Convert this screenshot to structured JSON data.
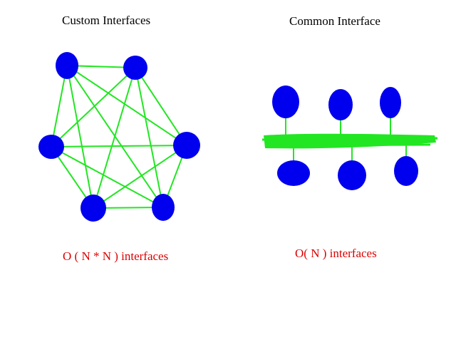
{
  "colors": {
    "node": "#0000ee",
    "edge": "#22e622",
    "caption": "#dd0000",
    "title": "#000000",
    "background": "#ffffff"
  },
  "left_panel": {
    "title": "Custom Interfaces",
    "caption": "O ( N * N )  interfaces",
    "topology": "full-mesh",
    "node_count": 6
  },
  "right_panel": {
    "title": "Common Interface",
    "caption": "O( N ) interfaces",
    "topology": "shared-bus",
    "node_count": 6
  }
}
